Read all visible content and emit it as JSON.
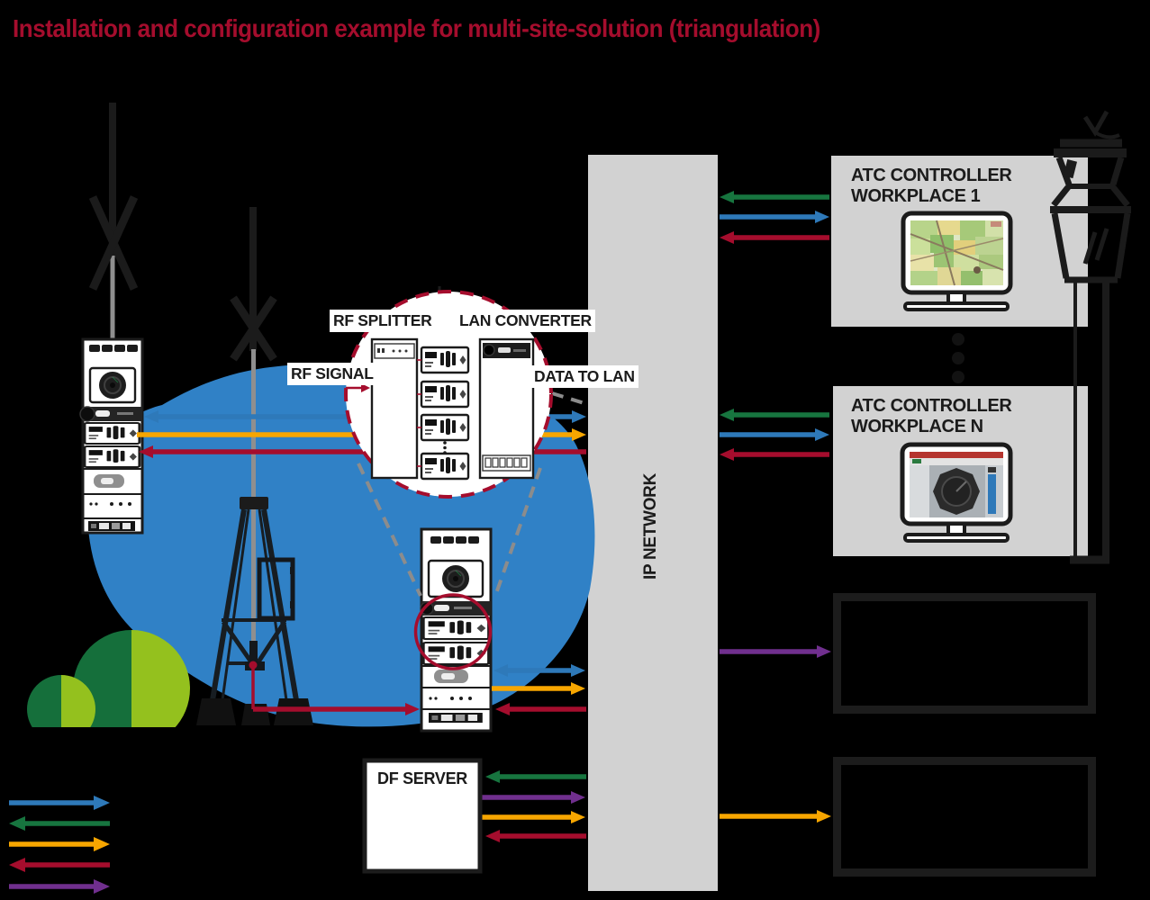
{
  "title": {
    "text": "Installation and configuration example for multi-site-solution (triangulation)"
  },
  "callout": {
    "rf_splitter": "RF SPLITTER",
    "lan_converter": "LAN CONVERTER",
    "rf_signal": "RF SIGNAL",
    "data_to_lan": "DATA TO LAN"
  },
  "network": {
    "label": "IP NETWORK"
  },
  "workplaces": [
    {
      "line1": "ATC CONTROLLER",
      "line2": "WORKPLACE 1"
    },
    {
      "line1": "ATC CONTROLLER",
      "line2": "WORKPLACE N"
    }
  ],
  "df_server": {
    "label": "DF SERVER"
  },
  "colors": {
    "title": "#A50D2D",
    "crimson": "#A50D2D",
    "blue": "#2E79B9",
    "green": "#17753F",
    "orange": "#F7A600",
    "purple": "#702F8E",
    "blob": "#3081C6",
    "panel_gray": "#D2D2D2",
    "dashed_gray": "#8C8C8C",
    "tree_dark": "#156F3B",
    "tree_light": "#94C11E",
    "dark": "#1B1B1B"
  },
  "legend": {
    "items": [
      {
        "name": "blue-right",
        "color": "#2E79B9",
        "direction": "right"
      },
      {
        "name": "green-left",
        "color": "#17753F",
        "direction": "left"
      },
      {
        "name": "orange-right",
        "color": "#F7A600",
        "direction": "right"
      },
      {
        "name": "red-left",
        "color": "#A50D2D",
        "direction": "left"
      },
      {
        "name": "purple-right",
        "color": "#702F8E",
        "direction": "right"
      }
    ]
  }
}
